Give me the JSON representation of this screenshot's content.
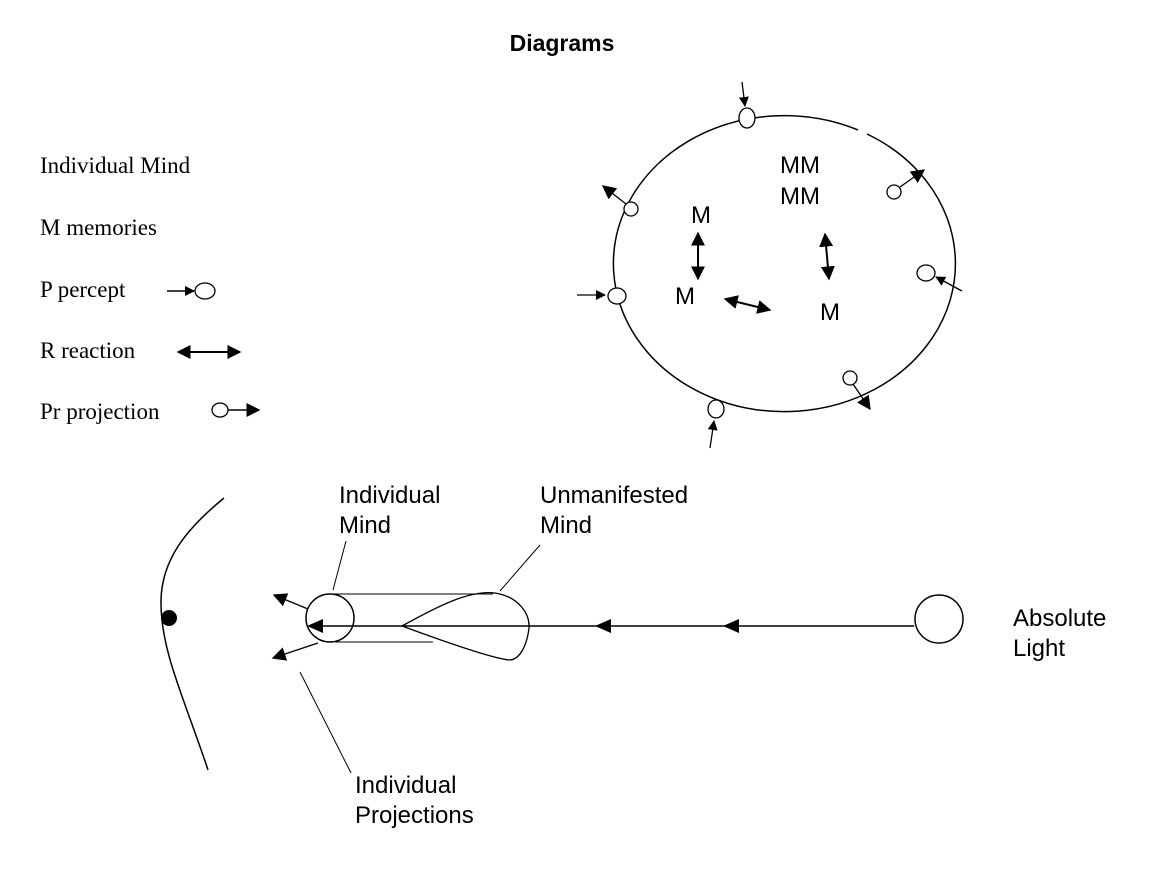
{
  "title": "Diagrams",
  "legend": {
    "individual_mind": "Individual Mind",
    "memories": "M memories",
    "percept": "P percept",
    "reaction": "R reaction",
    "projection": "Pr projection"
  },
  "circle_diagram": {
    "mm_line1": "MM",
    "mm_line2": "MM",
    "m_top": "M",
    "m_left": "M",
    "m_right": "M"
  },
  "flow_diagram": {
    "individual_mind_line1": "Individual",
    "individual_mind_line2": "Mind",
    "unmanifested_line1": "Unmanifested",
    "unmanifested_line2": "Mind",
    "absolute_line1": "Absolute",
    "absolute_line2": "Light",
    "projections_line1": "Individual",
    "projections_line2": "Projections"
  }
}
